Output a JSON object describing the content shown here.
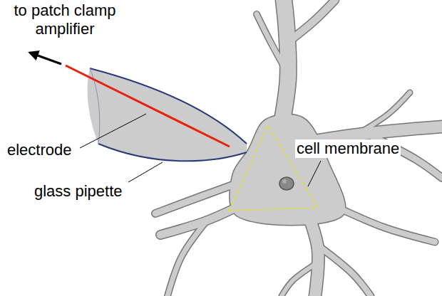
{
  "diagram": {
    "labels": [
      "to patch clamp amplifier",
      "electrode",
      "glass pipette",
      "cell membrane"
    ]
  }
}
